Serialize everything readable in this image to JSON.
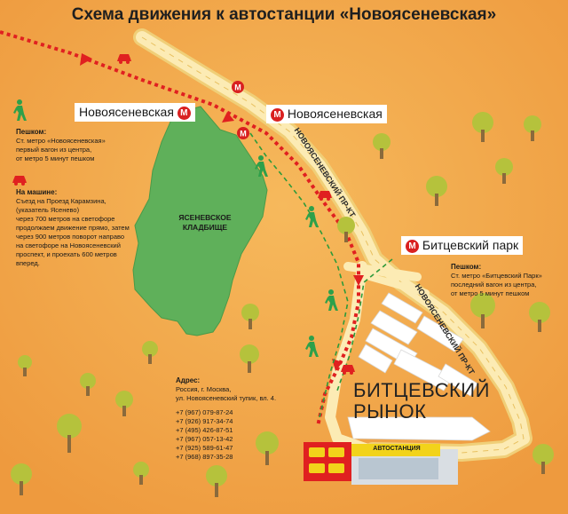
{
  "title": "Схема движения к автостанции «Новоясеневская»",
  "metro_stations": [
    {
      "name": "Новоясеневская"
    },
    {
      "name": "Новоясеневская"
    },
    {
      "name": "Битцевский парк"
    }
  ],
  "metro_symbol": "М",
  "walk_info_left": {
    "heading": "Пешком:",
    "lines": [
      "Ст. метро «Новоясеневская»",
      "первый вагон из центра,",
      "от метро 5 минут пешком"
    ]
  },
  "car_info": {
    "heading": "На машине:",
    "lines": [
      "Съезд на Проезд Карамзина,",
      "(указатель Ясенево)",
      "через 700 метров на светофоре",
      "продолжаем движение прямо, затем",
      "через 900 метров поворот направо",
      "на светофоре на Новоясеневский",
      "проспект, и проехать 600 метров",
      "вперед."
    ]
  },
  "walk_info_right": {
    "heading": "Пешком:",
    "lines": [
      "Ст. метро «Битцевский Парк»",
      "последний вагон из центра,",
      "от метро 5 минут пешком"
    ]
  },
  "cemetery_label": [
    "ЯСЕНЕВСКОЕ",
    "КЛАДБИЩЕ"
  ],
  "road_label_1": "НОВОЯСЕНЕВСКИЙ ПР-КТ",
  "road_label_2": "НОВОЯСЕНЕВСКИЙ ПР-КТ",
  "market_label": [
    "БИТЦЕВСКИЙ",
    "РЫНОК"
  ],
  "address": {
    "heading": "Адрес:",
    "lines": [
      "Россия, г. Москва,",
      "ул. Новоясеневский тупик, вл. 4."
    ],
    "phones": [
      "+7 (967) 079-87-24",
      "+7 (926) 917-34-74",
      "+7 (495) 426-87-51",
      "+7 (967) 057-13-42",
      "+7 (925) 589-61-47",
      "+7 (968) 897-35-28"
    ]
  },
  "station_sign": "АВТОСТАНЦИЯ",
  "colors": {
    "background": "#f2a64a",
    "road": "#fbe6a8",
    "route_car": "#e02020",
    "route_walk": "#2e9a3a",
    "forest": "#5fb05a",
    "metro": "#d92020"
  }
}
